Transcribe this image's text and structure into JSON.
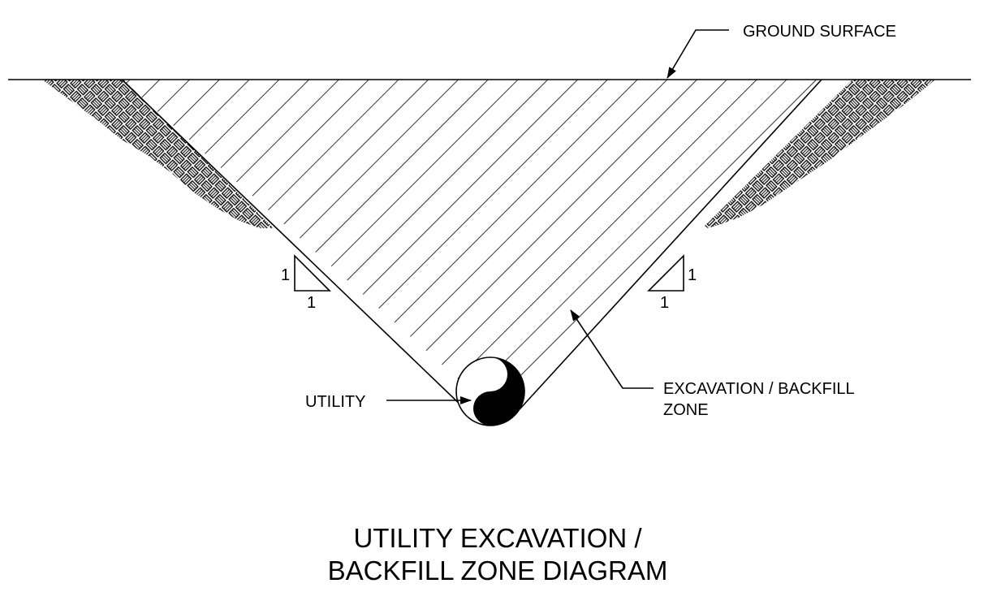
{
  "labels": {
    "ground_surface": "GROUND SURFACE",
    "utility": "UTILITY",
    "zone_line1": "EXCAVATION / BACKFILL",
    "zone_line2": "ZONE"
  },
  "slopes": {
    "left": {
      "rise": "1",
      "run": "1"
    },
    "right": {
      "rise": "1",
      "run": "1"
    }
  },
  "title": {
    "line1": "UTILITY EXCAVATION /",
    "line2": "BACKFILL ZONE DIAGRAM"
  },
  "colors": {
    "line": "#000000",
    "background": "#ffffff"
  }
}
